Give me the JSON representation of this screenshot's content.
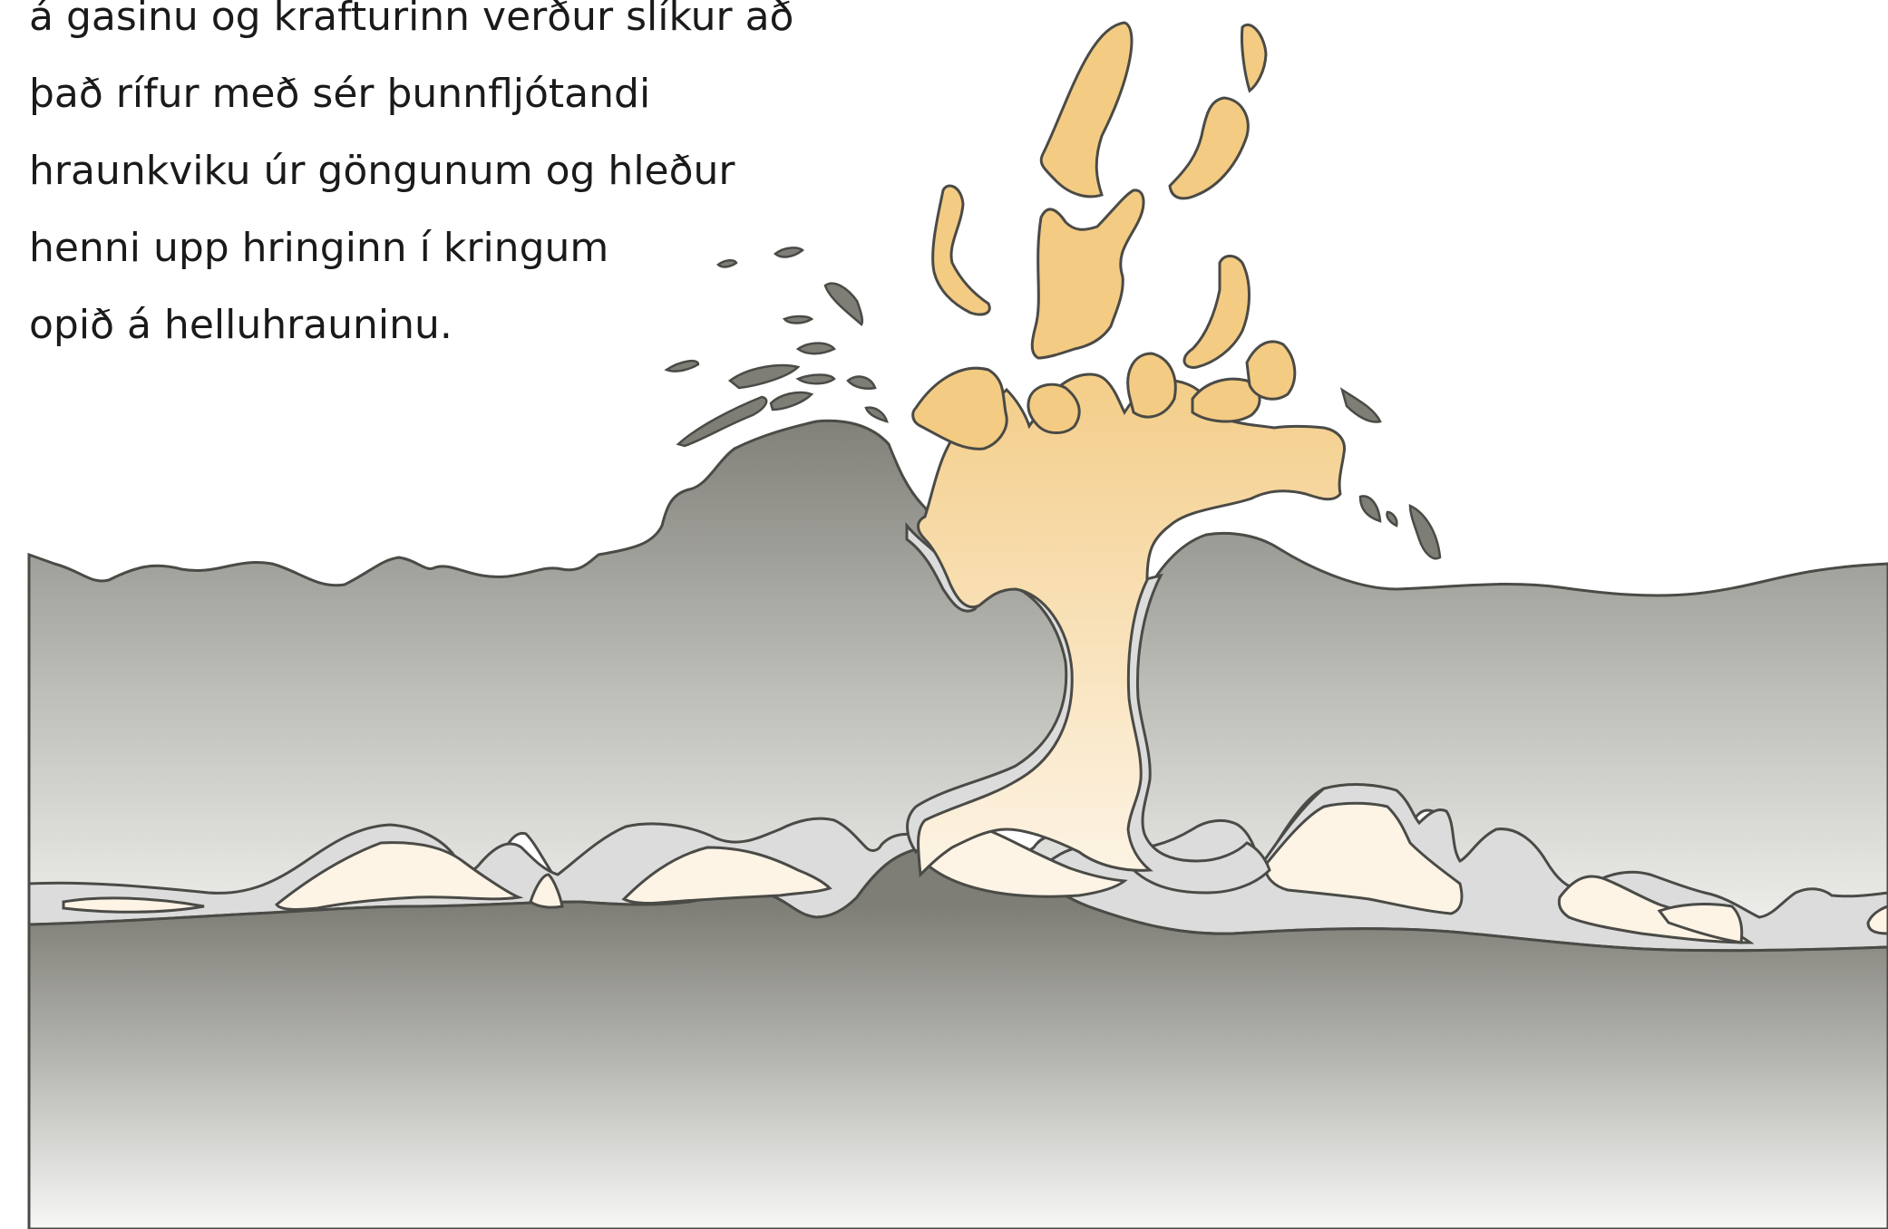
{
  "caption": {
    "lines": [
      "á gasinu  og krafturinn verður slíkur að",
      "það rífur með sér þunnfljótandi",
      "hraunkviku úr göngunum og hleður",
      "henni upp hringinn í kringum",
      "opið á  helluhrauninu."
    ]
  },
  "colors": {
    "rock_dark": "#7e7d76",
    "rock_light": "#f2f2f2",
    "crust": "#dcdcdc",
    "lava_dark": "#f3cb83",
    "lava_light": "#fdf4e6",
    "outline": "#4a4a46"
  }
}
